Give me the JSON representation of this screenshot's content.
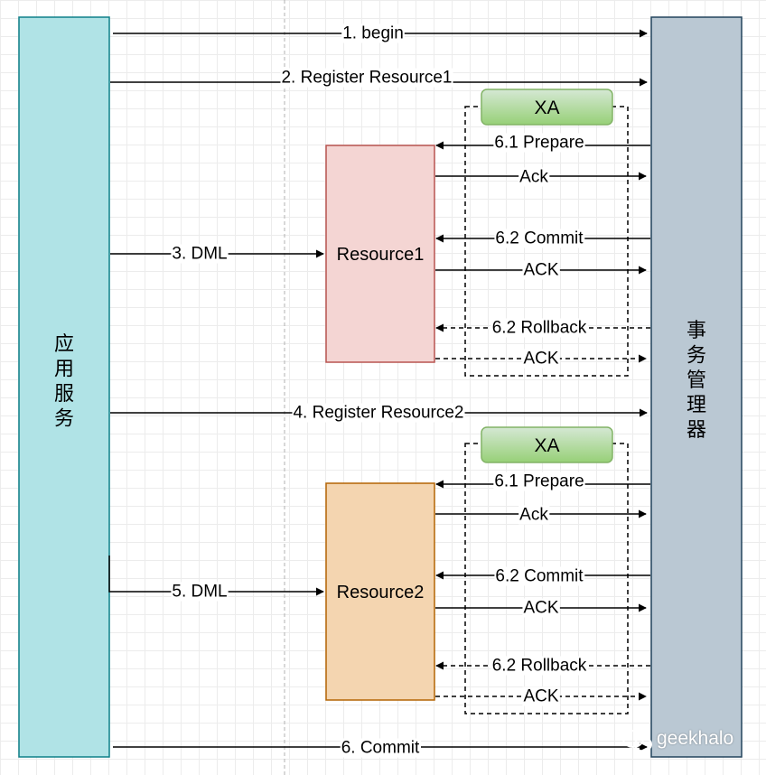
{
  "nodes": {
    "app_service": {
      "label": "应用服务",
      "fill": "#b0e3e6",
      "stroke": "#0e8088"
    },
    "transaction_manager": {
      "label": "事务管理器",
      "fill": "#bac8d3",
      "stroke": "#23445d"
    },
    "resource1": {
      "label": "Resource1",
      "fill": "#f4d5d3",
      "stroke": "#b85450"
    },
    "resource2": {
      "label": "Resource2",
      "fill": "#f4d5b0",
      "stroke": "#b46504"
    },
    "xa1": {
      "label": "XA",
      "fill": "#8ed080",
      "stroke": "#82b366"
    },
    "xa2": {
      "label": "XA",
      "fill": "#8ed080",
      "stroke": "#82b366"
    }
  },
  "edges": {
    "begin": "1. begin",
    "register1": "2. Register Resource1",
    "dml1": "3. DML",
    "r1_prepare": "6.1 Prepare",
    "r1_prepare_ack": "Ack",
    "r1_commit": "6.2 Commit",
    "r1_commit_ack": "ACK",
    "r1_rollback": "6.2 Rollback",
    "r1_rollback_ack": "ACK",
    "register2": "4. Register Resource2",
    "dml2": "5. DML",
    "r2_prepare": "6.1 Prepare",
    "r2_prepare_ack": "Ack",
    "r2_commit": "6.2 Commit",
    "r2_commit_ack": "ACK",
    "r2_rollback": "6.2 Rollback",
    "r2_rollback_ack": "ACK",
    "commit": "6. Commit"
  },
  "watermark": {
    "text": "geekhalo",
    "icon": "wechat-icon"
  }
}
